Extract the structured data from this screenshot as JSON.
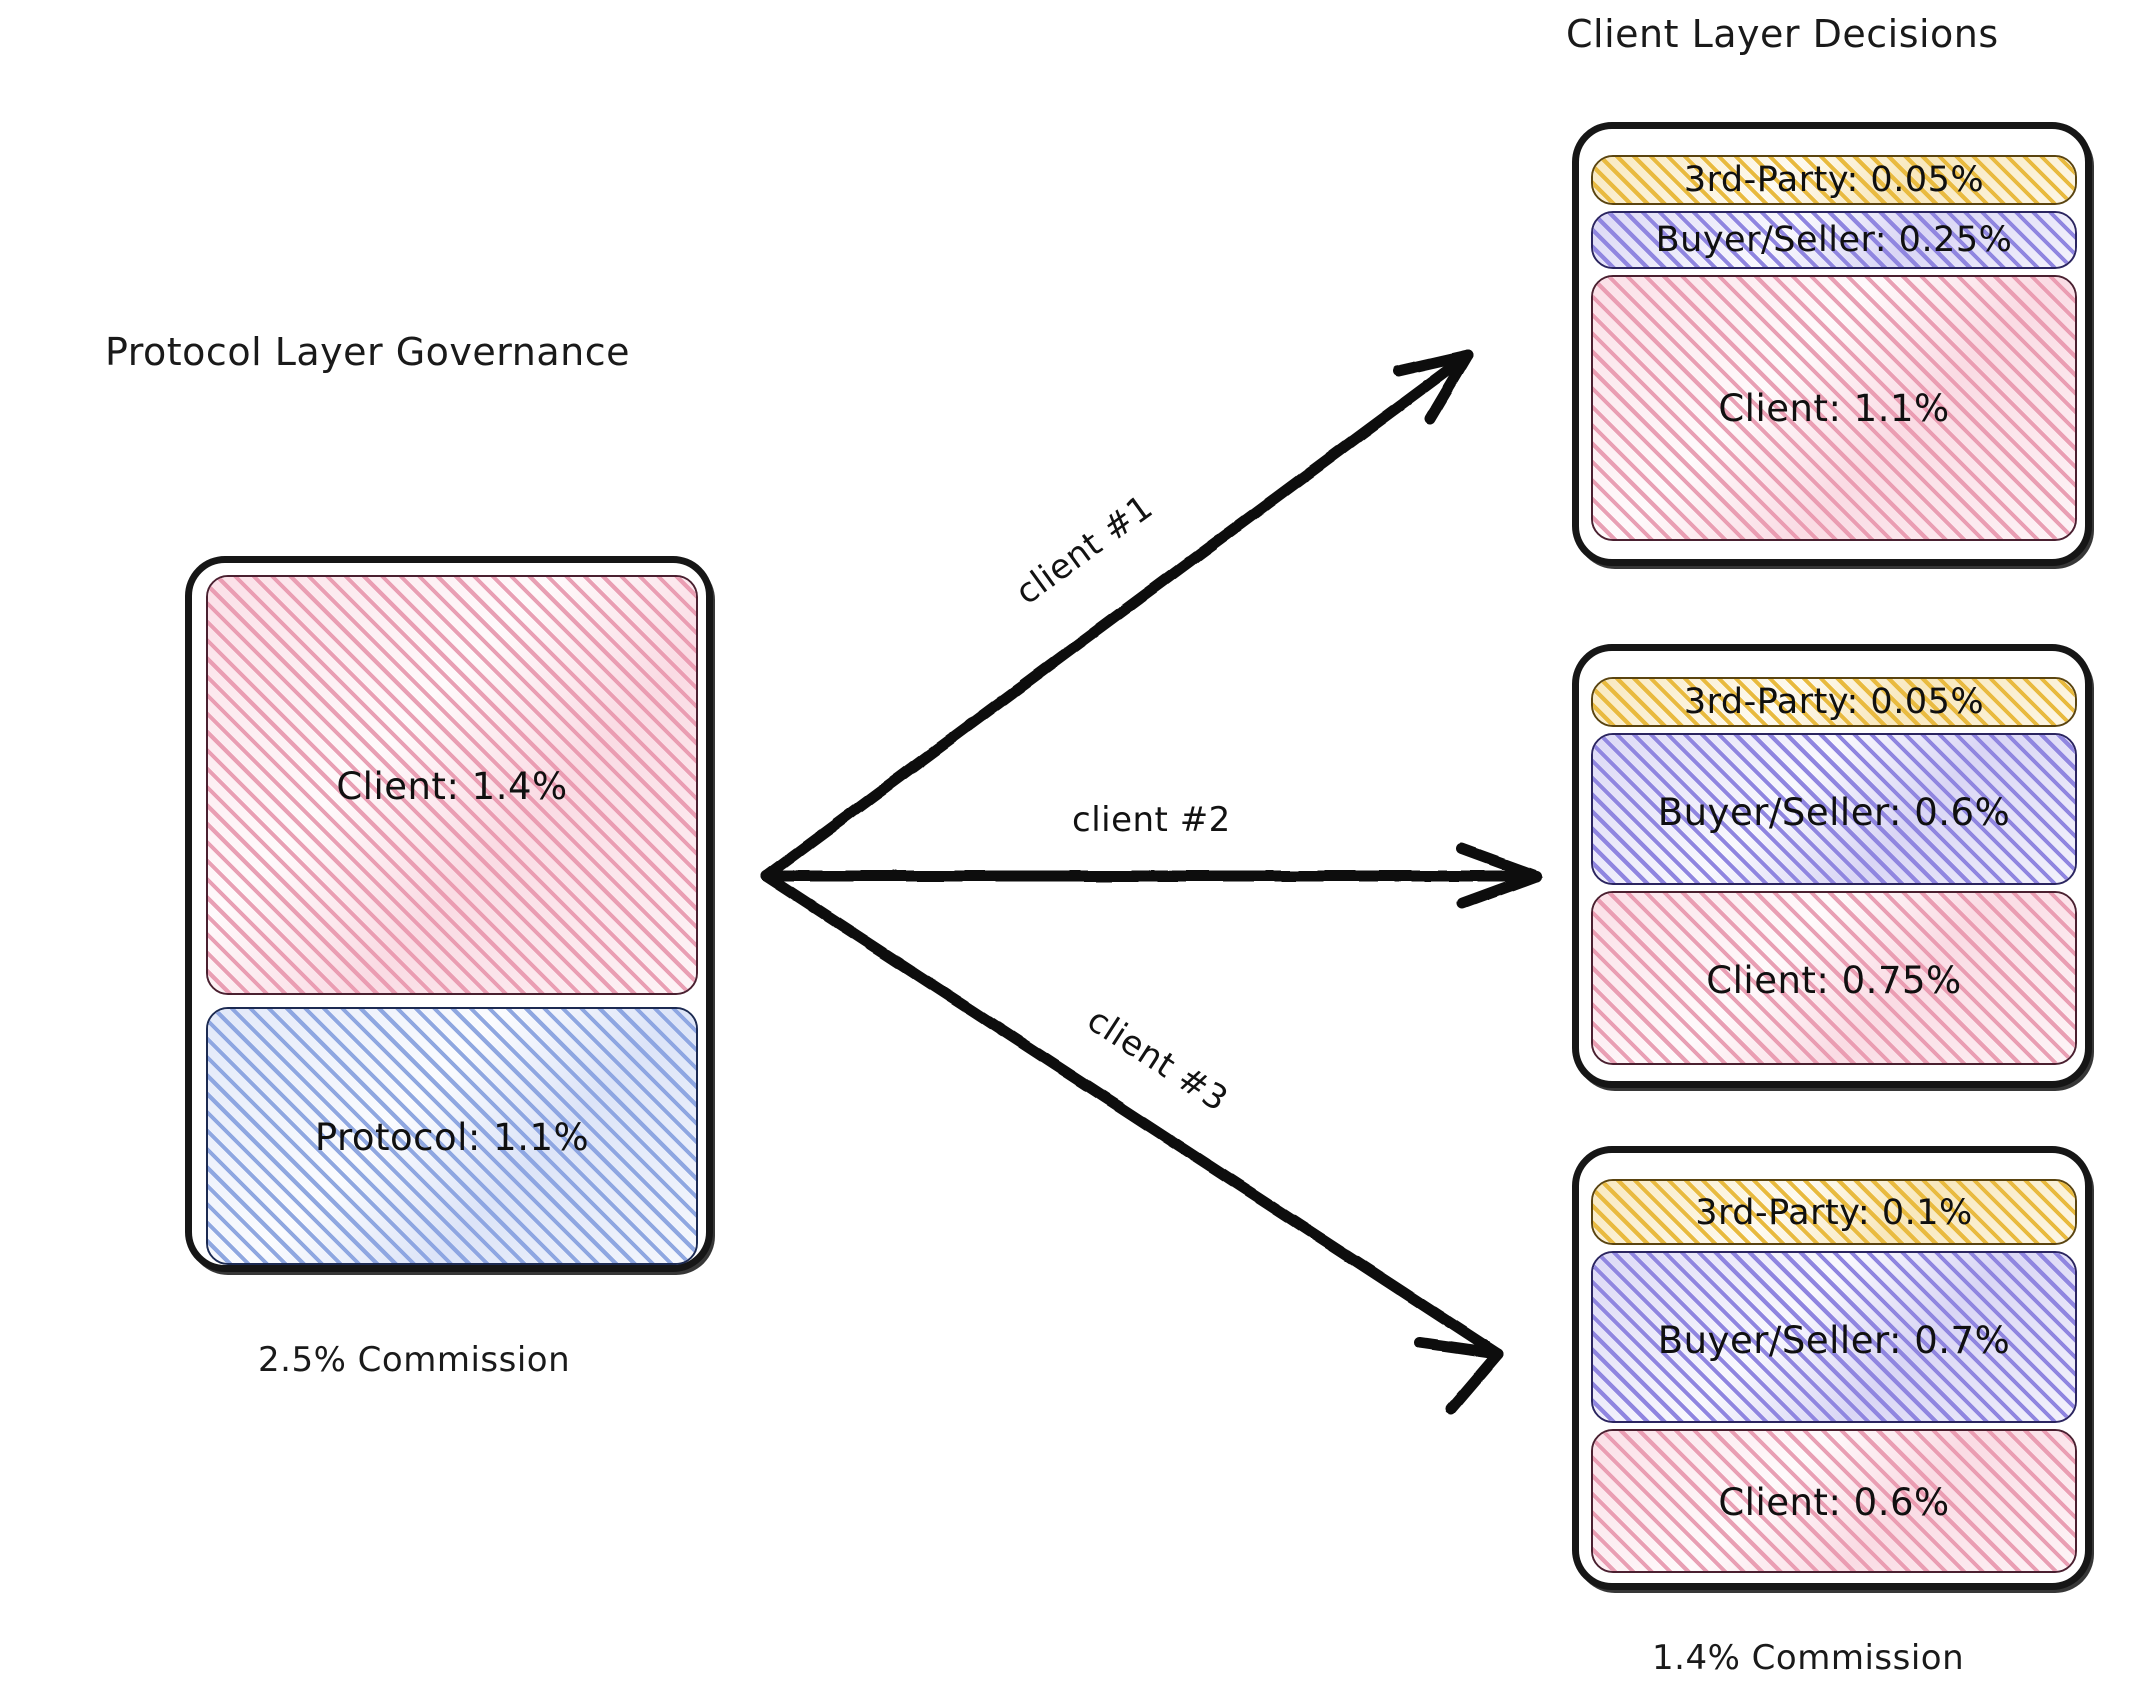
{
  "protocol_panel": {
    "title": "Protocol Layer Governance",
    "caption": "2.5% Commission",
    "segments": [
      {
        "label": "Client: 1.4%",
        "name": "Client",
        "value": 1.4,
        "color": "#e8a0b4"
      },
      {
        "label": "Protocol: 1.1%",
        "name": "Protocol",
        "value": 1.1,
        "color": "#8fa7e0"
      }
    ]
  },
  "client_panel": {
    "title": "Client Layer Decisions",
    "caption": "1.4% Commission",
    "clients": [
      {
        "arrow_label": "client #1",
        "segments": [
          {
            "label": "3rd-Party: 0.05%",
            "name": "3rd-Party",
            "value": 0.05,
            "color": "#e8b93d"
          },
          {
            "label": "Buyer/Seller: 0.25%",
            "name": "Buyer/Seller",
            "value": 0.25,
            "color": "#8f85e0"
          },
          {
            "label": "Client: 1.1%",
            "name": "Client",
            "value": 1.1,
            "color": "#e8a0b4"
          }
        ]
      },
      {
        "arrow_label": "client #2",
        "segments": [
          {
            "label": "3rd-Party: 0.05%",
            "name": "3rd-Party",
            "value": 0.05,
            "color": "#e8b93d"
          },
          {
            "label": "Buyer/Seller: 0.6%",
            "name": "Buyer/Seller",
            "value": 0.6,
            "color": "#8f85e0"
          },
          {
            "label": "Client: 0.75%",
            "name": "Client",
            "value": 0.75,
            "color": "#e8a0b4"
          }
        ]
      },
      {
        "arrow_label": "client #3",
        "segments": [
          {
            "label": "3rd-Party: 0.1%",
            "name": "3rd-Party",
            "value": 0.1,
            "color": "#e8b93d"
          },
          {
            "label": "Buyer/Seller: 0.7%",
            "name": "Buyer/Seller",
            "value": 0.7,
            "color": "#8f85e0"
          },
          {
            "label": "Client: 0.6%",
            "name": "Client",
            "value": 0.6,
            "color": "#e8a0b4"
          }
        ]
      }
    ]
  },
  "chart_data": {
    "type": "bar",
    "title": "Commission split: protocol layer vs client layer decisions",
    "orientation": "stacked-vertical",
    "units": "percent",
    "groups": [
      {
        "name": "Protocol Layer Governance",
        "total_label": "2.5% Commission",
        "total": 2.5,
        "categories": [
          "Client",
          "Protocol"
        ],
        "values": [
          1.4,
          1.1
        ]
      },
      {
        "name": "Client #1",
        "total_label": "",
        "total": 1.4,
        "categories": [
          "3rd-Party",
          "Buyer/Seller",
          "Client"
        ],
        "values": [
          0.05,
          0.25,
          1.1
        ]
      },
      {
        "name": "Client #2",
        "total_label": "",
        "total": 1.4,
        "categories": [
          "3rd-Party",
          "Buyer/Seller",
          "Client"
        ],
        "values": [
          0.05,
          0.6,
          0.75
        ]
      },
      {
        "name": "Client #3",
        "total_label": "1.4% Commission",
        "total": 1.4,
        "categories": [
          "3rd-Party",
          "Buyer/Seller",
          "Client"
        ],
        "values": [
          0.1,
          0.7,
          0.6
        ]
      }
    ],
    "colors": {
      "Client": "#e8a0b4",
      "Protocol": "#8fa7e0",
      "Buyer/Seller": "#8f85e0",
      "3rd-Party": "#e8b93d"
    },
    "legend": "none",
    "grid": false
  }
}
